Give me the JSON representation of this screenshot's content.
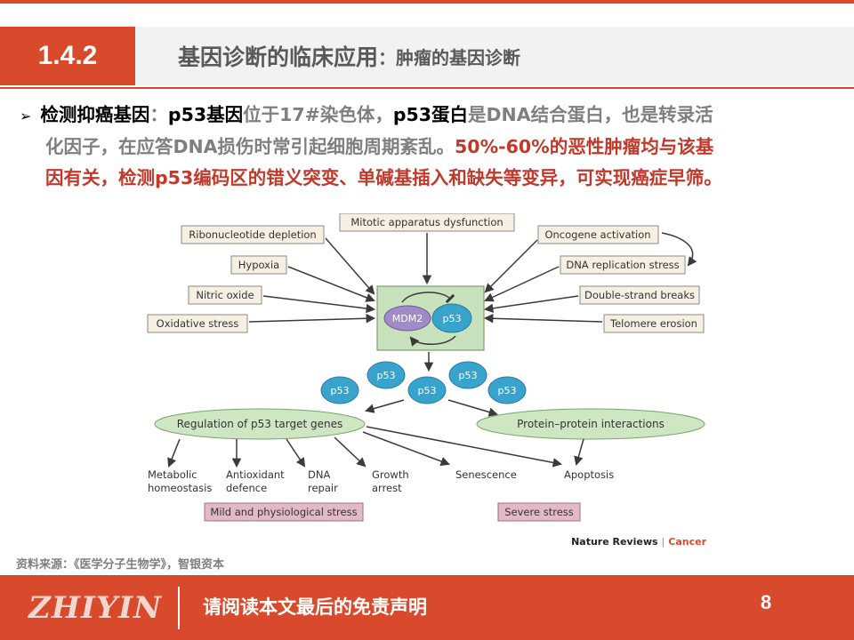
{
  "header": {
    "section_number": "1.4.2",
    "title": "基因诊断的临床应用",
    "subtitle": "：肿瘤的基因诊断"
  },
  "bullet": {
    "marker": "➢",
    "term": "检测抑癌基因",
    "colon": "：",
    "gene": "p53基因",
    "t1": "位于17#染色体，",
    "protein": "p53蛋白",
    "t2": "是DNA结合蛋白，也是转录活",
    "line2_gray": "化因子，在应答DNA损伤时常引起细胞周期紊乱。",
    "line2_red": "50%-60%的恶性肿瘤均与该基",
    "line3_red": "因有关，检测p53编码区的错义突变、单碱基插入和缺失等变异，可实现癌症早筛。"
  },
  "figure": {
    "stress_top": "Mitotic apparatus dysfunction",
    "stress_left": [
      "Ribonucleotide depletion",
      "Hypoxia",
      "Nitric oxide",
      "Oxidative stress"
    ],
    "stress_right": [
      "Oncogene activation",
      "DNA replication stress",
      "Double-strand breaks",
      "Telomere erosion"
    ],
    "mdm2": "MDM2",
    "p53": "p53",
    "regulation": "Regulation of p53 target genes",
    "ppi": "Protein–protein interactions",
    "outcomes": {
      "metabolic": [
        "Metabolic",
        "homeostasis"
      ],
      "antioxidant": [
        "Antioxidant",
        "defence"
      ],
      "dna_repair": [
        "DNA",
        "repair"
      ],
      "growth_arrest": [
        "Growth",
        "arrest"
      ],
      "senescence": "Senescence",
      "apoptosis": "Apoptosis"
    },
    "mild_stress": "Mild and physiological stress",
    "severe_stress": "Severe stress",
    "credit_journal": "Nature Reviews",
    "credit_sep": "|",
    "credit_section": "Cancer"
  },
  "source": "资料来源：《医学分子生物学》，智银资本",
  "footer": {
    "logo": "ZHIYIN",
    "disclaimer": "请阅读本文最后的免责声明",
    "page": "8"
  },
  "colors": {
    "accent": "#d9492b",
    "stress_box": "#f7f0e2",
    "mdm2_box": "#c8e2bd",
    "mdm2_oval": "#a08bc8",
    "p53_blue": "#38a3cc",
    "target_oval": "#cfe6c2",
    "stress_level_box": "#e3b9c5",
    "credit_red": "#d9492b"
  }
}
